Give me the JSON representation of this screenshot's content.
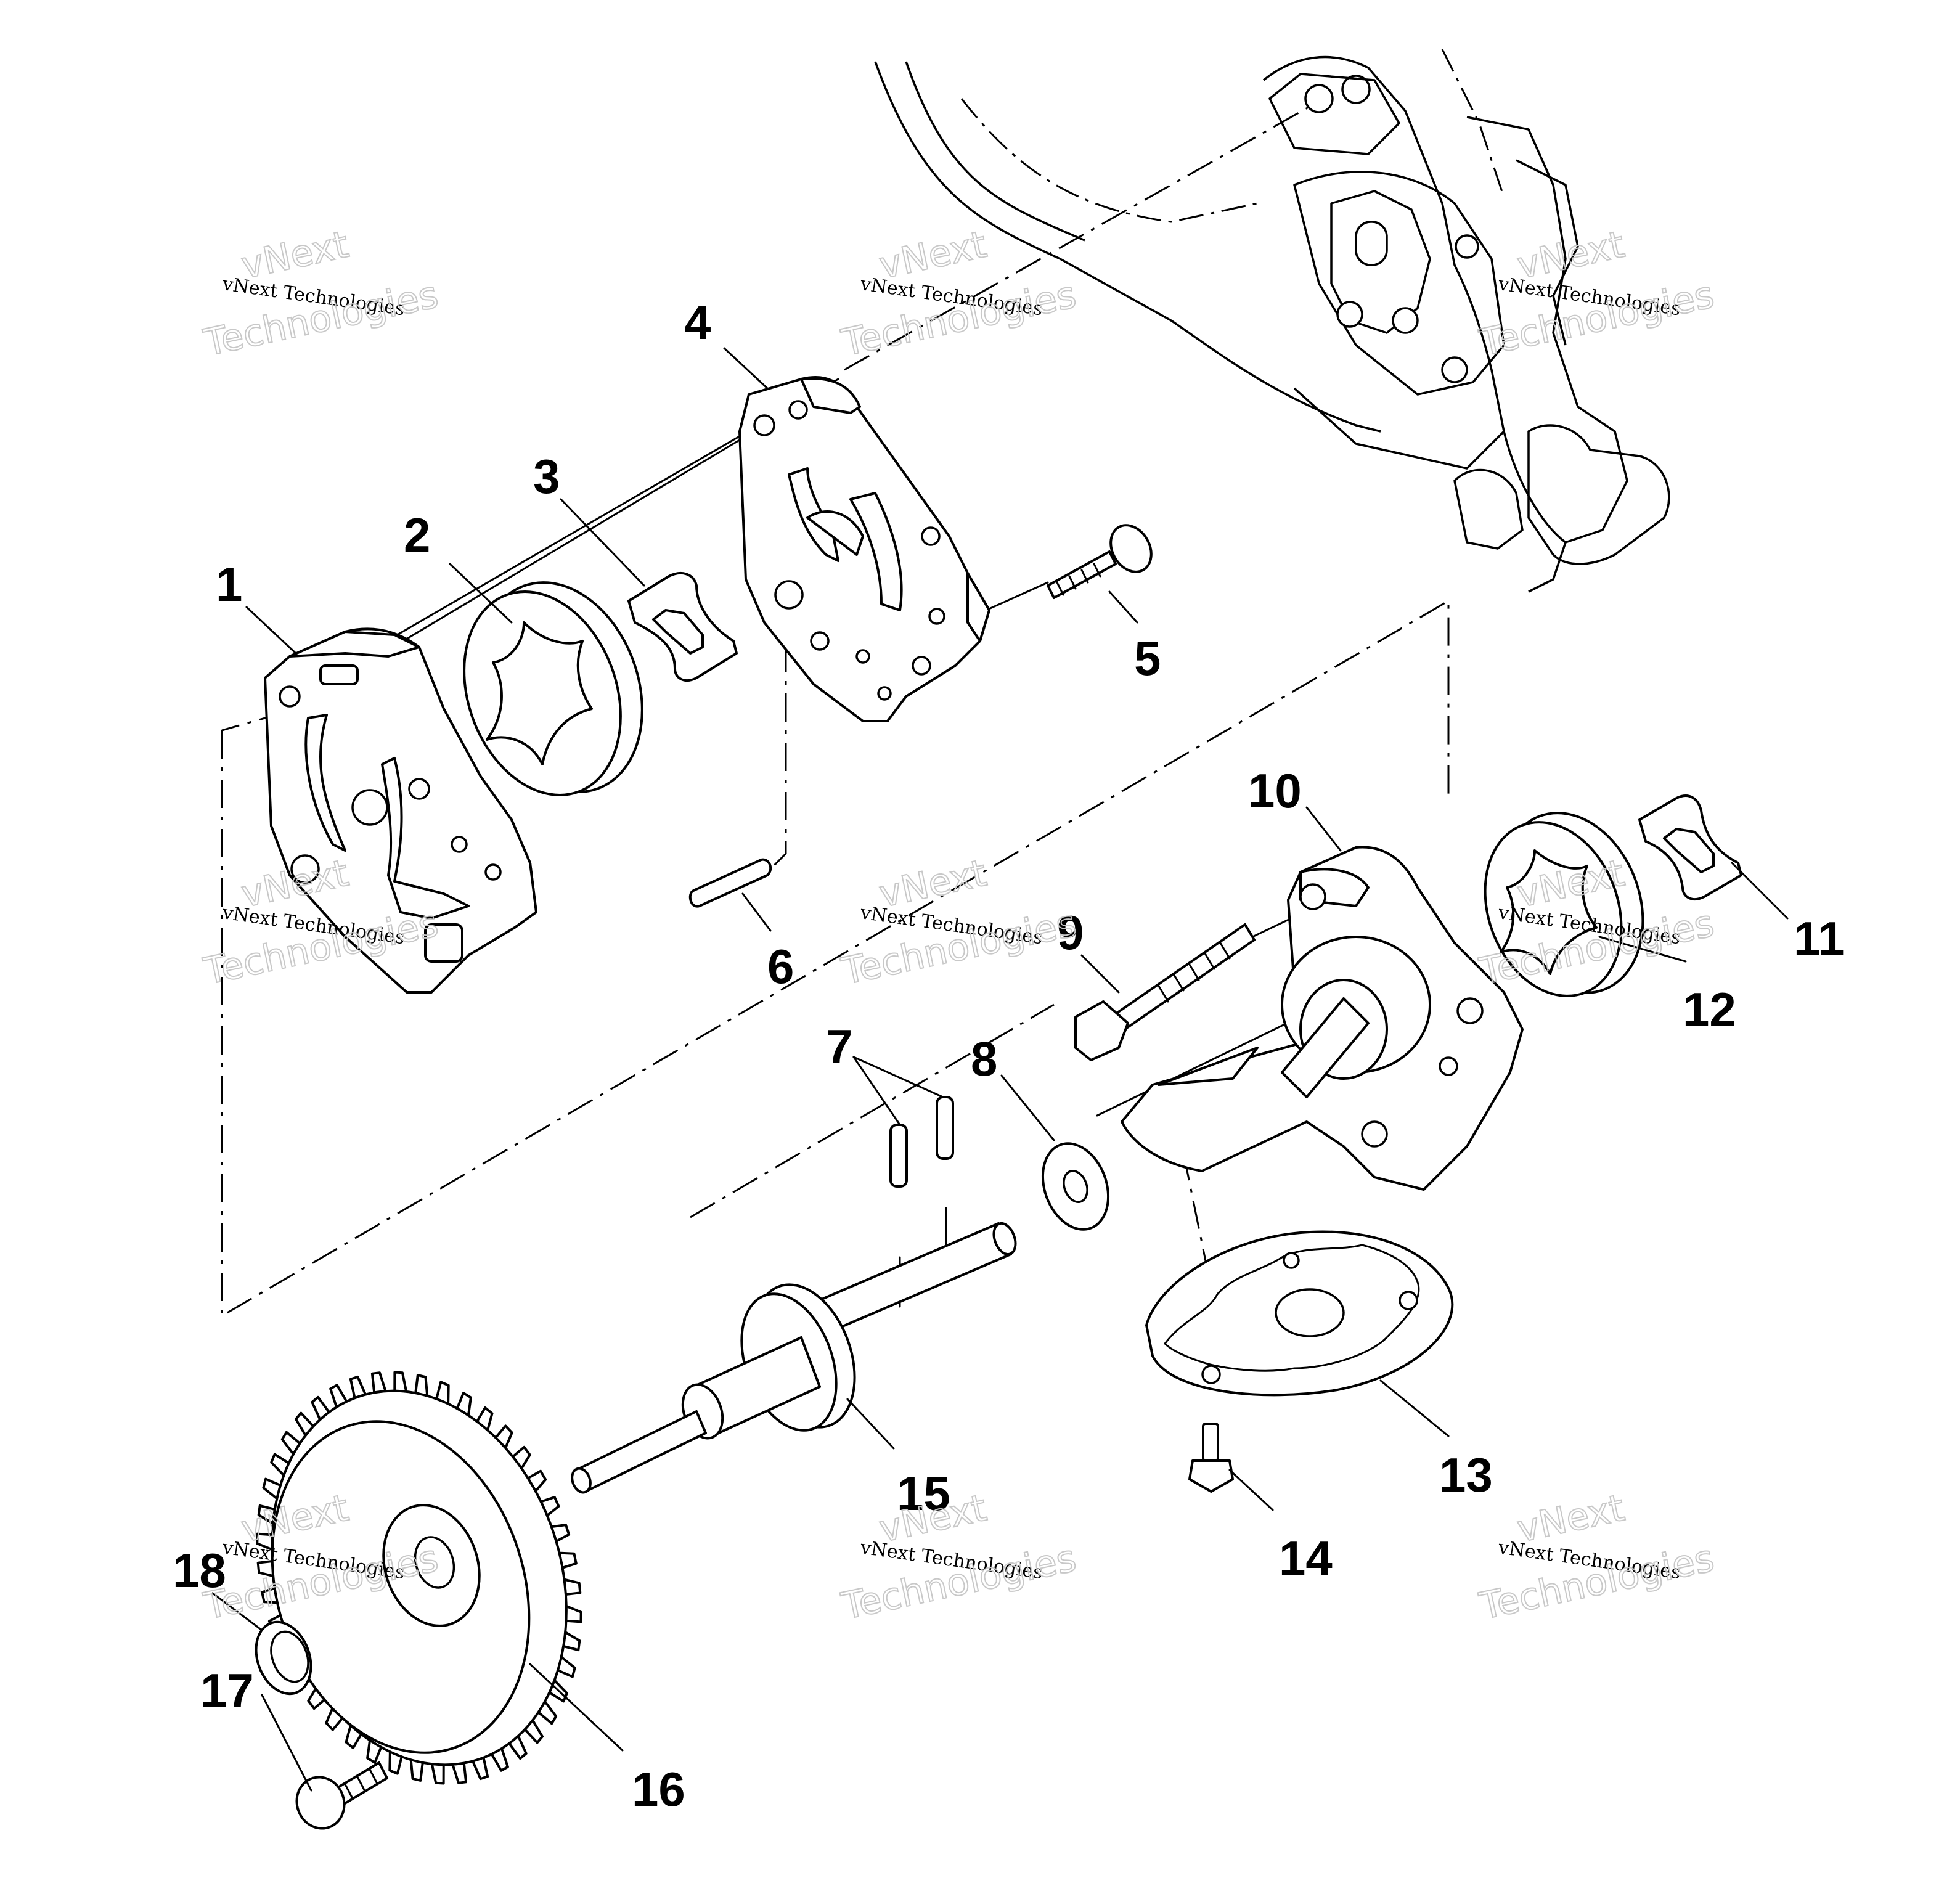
{
  "callouts": [
    "1",
    "2",
    "3",
    "4",
    "5",
    "6",
    "7",
    "8",
    "9",
    "10",
    "11",
    "12",
    "13",
    "14",
    "15",
    "16",
    "17",
    "18"
  ],
  "watermark": {
    "line": "vNext Technologies",
    "brand_top": "vNext",
    "brand_bottom": "Technologies"
  }
}
